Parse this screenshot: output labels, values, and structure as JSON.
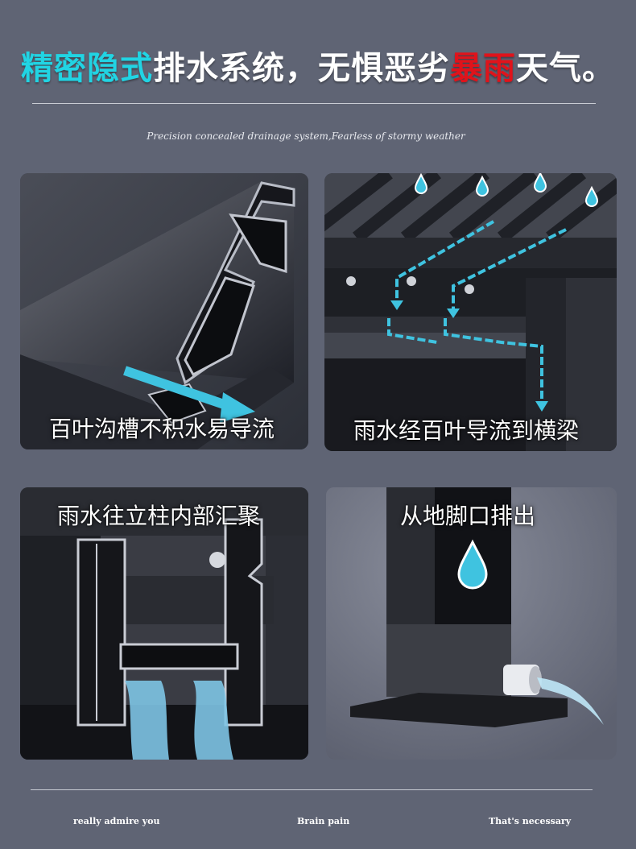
{
  "header": {
    "title_part1": "精密隐式",
    "title_part2": "排水系统，无惧恶劣",
    "title_part3": "暴雨",
    "title_part4": "天气。",
    "subtitle": "Precision concealed drainage system,Fearless of stormy weather"
  },
  "panels": {
    "p1_caption": "百叶沟槽不积水易导流",
    "p2_caption": "雨水经百叶导流到横梁",
    "p3_caption": "雨水往立柱内部汇聚",
    "p4_caption": "从地脚口排出"
  },
  "footer": {
    "item1": "really admire you",
    "item2": "Brain pain",
    "item3": "That's necessary"
  },
  "colors": {
    "background": "#5f6474",
    "accent_cyan": "#21d4e3",
    "accent_red": "#e0131b",
    "flow_arrow": "#3fc3e0"
  }
}
